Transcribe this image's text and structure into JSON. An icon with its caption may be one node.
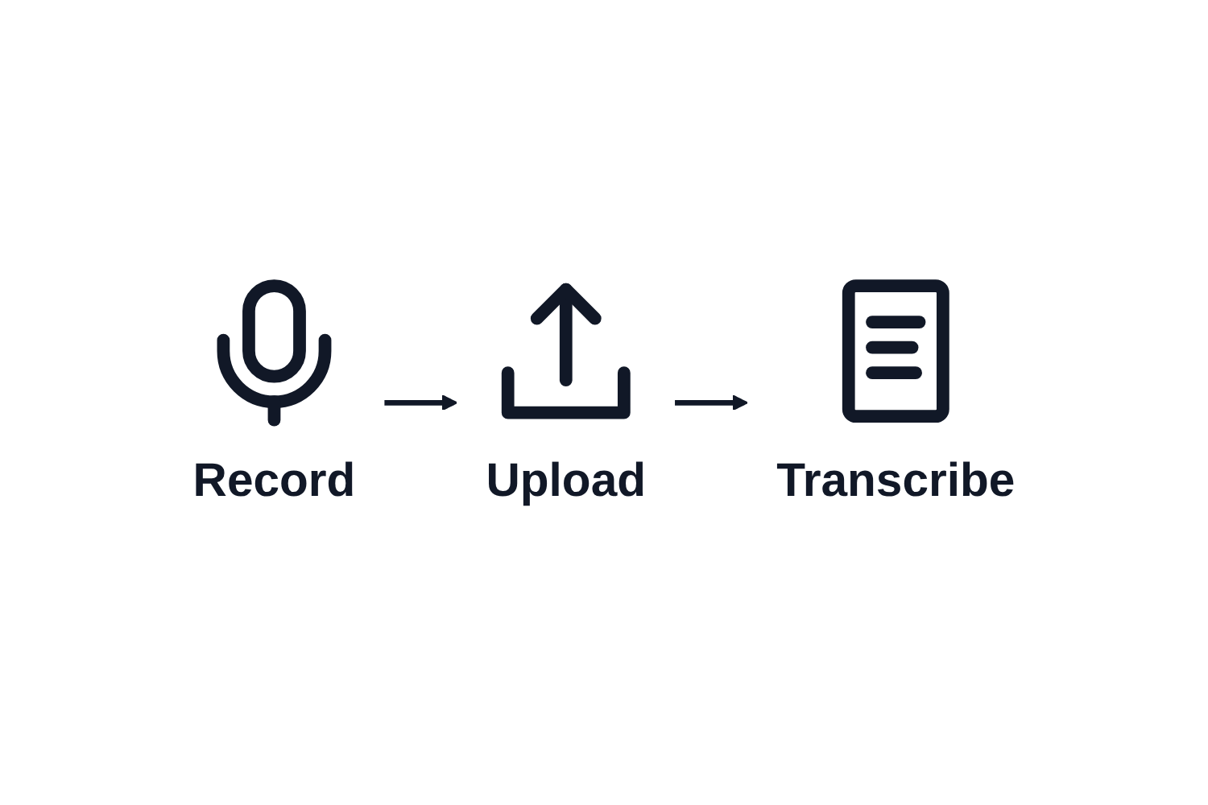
{
  "diagram": {
    "nodes": [
      {
        "text": [
          "Record"
        ]
      },
      {
        "text": [
          "Upload"
        ]
      },
      {
        "text": [
          "Transcribe"
        ]
      }
    ],
    "edges": [
      {
        "from": 0,
        "to": 1,
        "arrow": "to"
      },
      {
        "from": 1,
        "to": 2,
        "arrow": "to"
      }
    ]
  }
}
